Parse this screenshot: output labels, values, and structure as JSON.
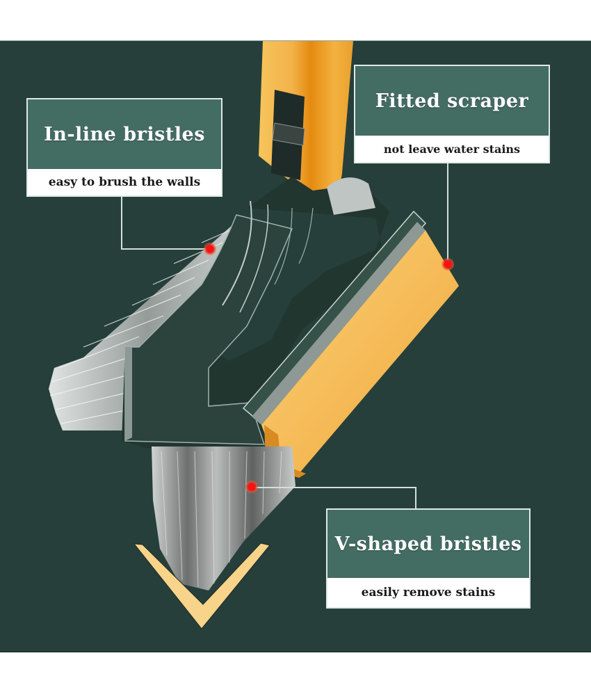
{
  "infographic": {
    "background_color": "#263f3a",
    "accent_color": "#f2b24a",
    "marker_color": "#e8141a",
    "callouts": [
      {
        "id": "inline-bristles",
        "title": "In-line bristles",
        "subtitle": "easy to brush the walls"
      },
      {
        "id": "fitted-scraper",
        "title": "Fitted scraper",
        "subtitle": "not leave water stains"
      },
      {
        "id": "v-shaped-bristles",
        "title": "V-shaped bristles",
        "subtitle": "easily remove stains"
      }
    ],
    "icons": [
      "red-marker-dot",
      "v-chevron-down-icon"
    ]
  }
}
